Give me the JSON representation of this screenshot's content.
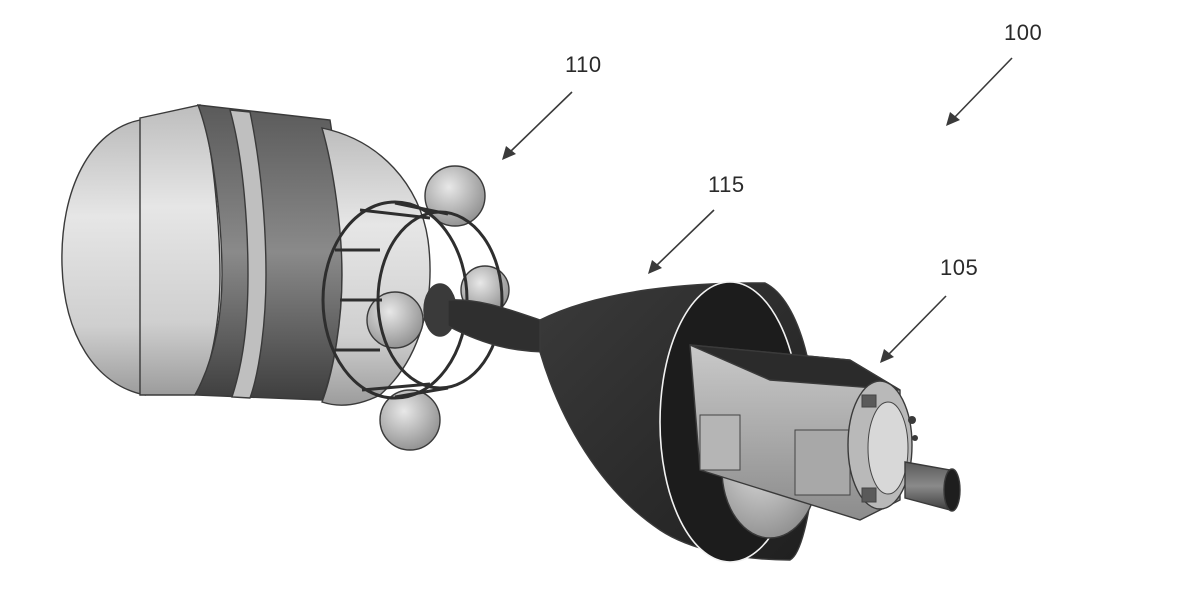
{
  "figure": {
    "labels": {
      "assembly": "100",
      "capsule": "105",
      "upper_stage": "110",
      "adapter": "115"
    },
    "colors": {
      "background": "#ffffff",
      "stroke": "#3a3a3a",
      "light_gray": "#d9d9d9",
      "mid_gray": "#9a9a9a",
      "dark_gray": "#2e2e2e"
    }
  }
}
